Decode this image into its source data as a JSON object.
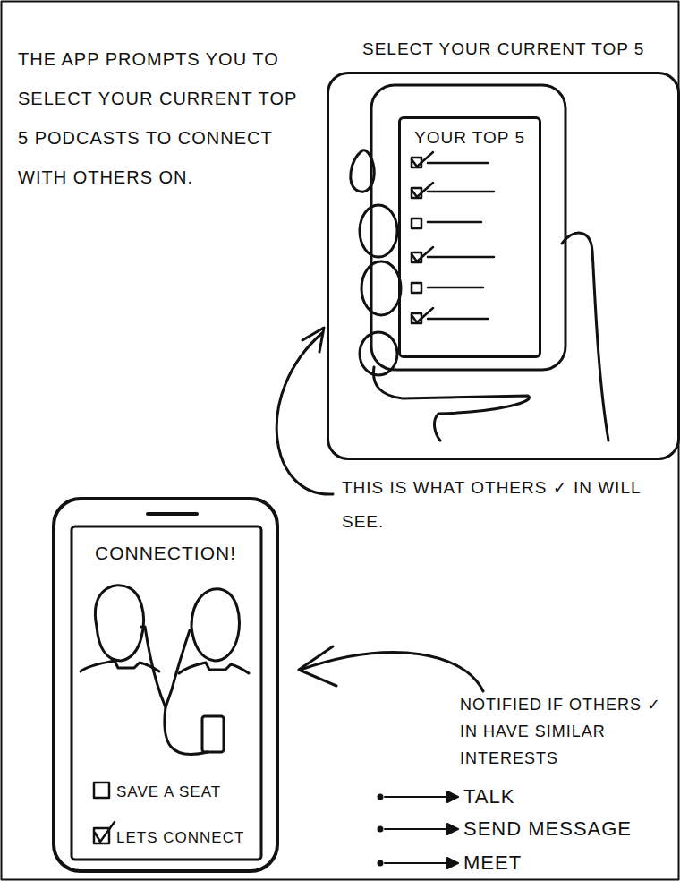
{
  "diagram": {
    "nodes": [
      {
        "text": [
          "SELECT YOUR CURRENT TOP 5"
        ]
      },
      {
        "text": [
          "YOUR TOP 5"
        ],
        "in": 0
      },
      {
        "text": [
          "CONNECTION!",
          "SAVE A SEAT",
          "LETS CONNECT"
        ]
      }
    ],
    "labels": [
      "THE APP PROMPTS YOU TO SELECT YOUR CURRENT TOP 5 PODCASTS TO CONNECT WITH OTHERS ON.",
      "THIS IS WHAT OTHERS ✓ IN WILL SEE.",
      "NOTIFIED IF OTHERS ✓ IN HAVE SIMILAR INTERESTS",
      "TALK",
      "SEND MESSAGE",
      "MEET"
    ]
  }
}
